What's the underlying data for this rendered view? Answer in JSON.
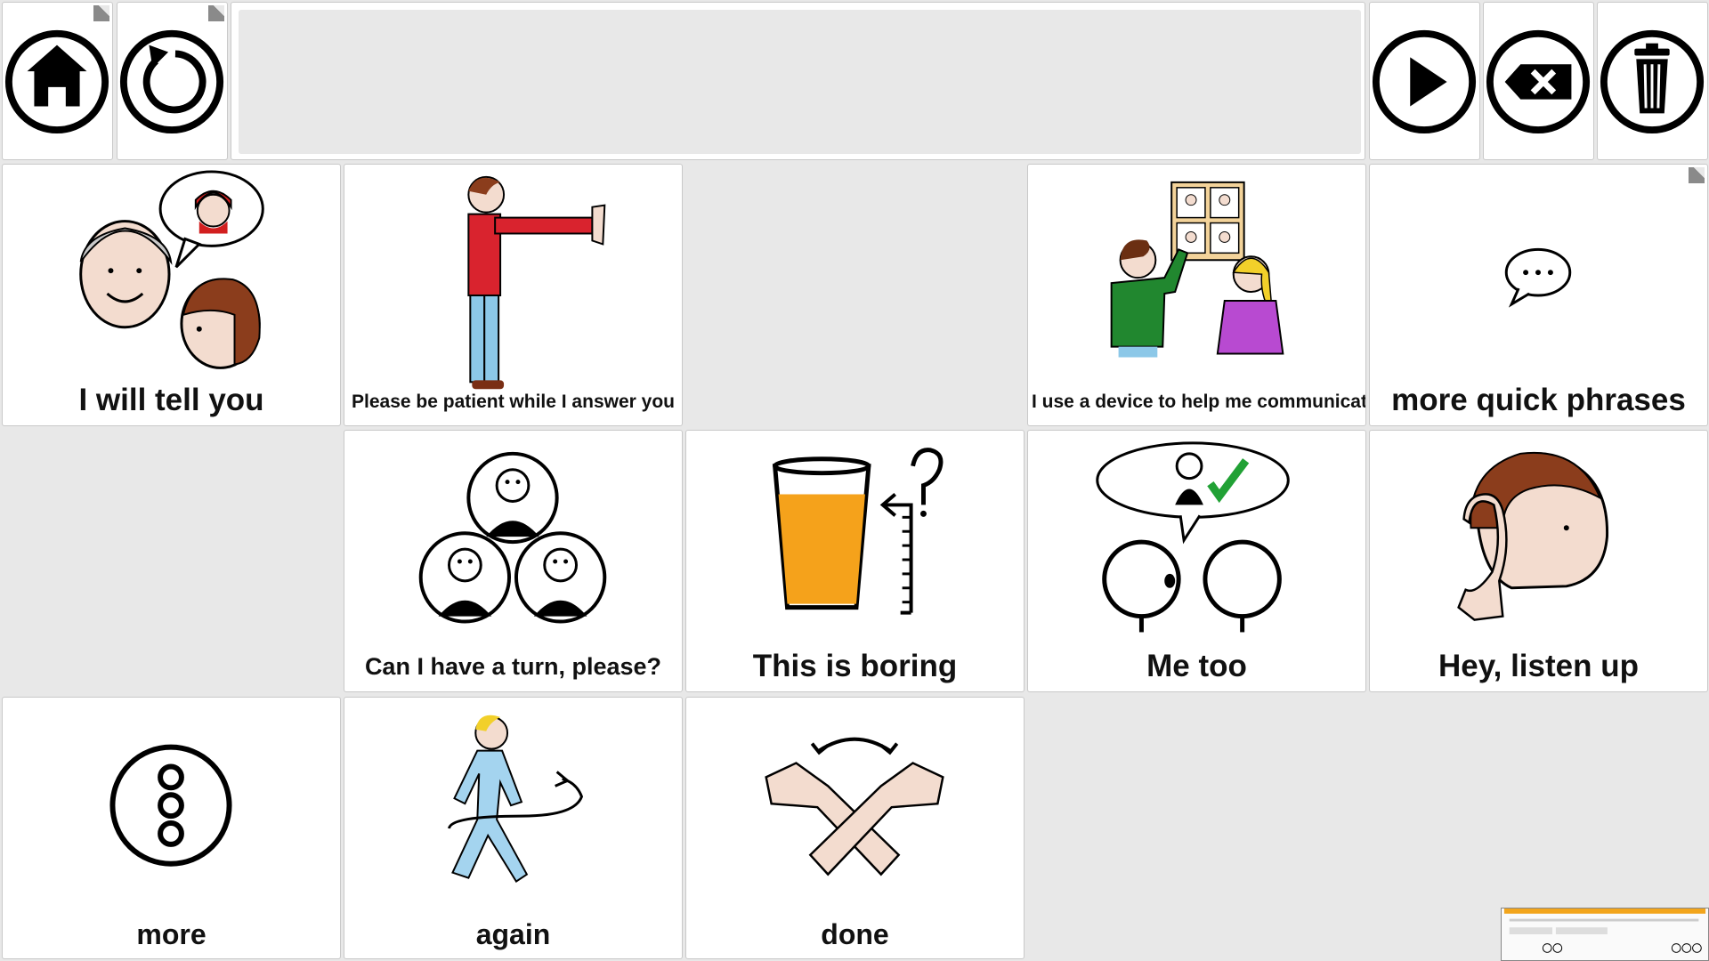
{
  "app": {
    "name": "AAC communication board"
  },
  "top_bar": {
    "home_icon": "home-icon",
    "back_icon": "undo-icon",
    "message_text": "",
    "speak_icon": "play-icon",
    "backspace_icon": "backspace-icon",
    "clear_icon": "trash-icon"
  },
  "tiles": [
    {
      "label": "I will tell you",
      "icon": "grandma-and-boy-telling-story-icon"
    },
    {
      "label": "Please be patient while I answer you",
      "icon": "person-stop-gesture-icon"
    },
    {
      "label": "I use a device to help me communicate",
      "icon": "people-using-symbol-board-icon"
    },
    {
      "label": "more quick phrases",
      "icon": "speech-bubble-dots-icon"
    },
    {
      "label": "Can I have a turn, please?",
      "icon": "taking-turns-people-icon"
    },
    {
      "label": "This is boring",
      "icon": "glass-and-measure-question-icon"
    },
    {
      "label": "Me too",
      "icon": "me-too-agreement-icon"
    },
    {
      "label": "Hey, listen up",
      "icon": "listening-ear-icon"
    },
    {
      "label": "more",
      "icon": "more-dots-circle-icon"
    },
    {
      "label": "again",
      "icon": "walk-around-again-icon"
    },
    {
      "label": "done",
      "icon": "crossed-arms-done-icon"
    }
  ],
  "colors": {
    "background": "#e8e8e8",
    "tile": "#ffffff",
    "text": "#111111"
  }
}
